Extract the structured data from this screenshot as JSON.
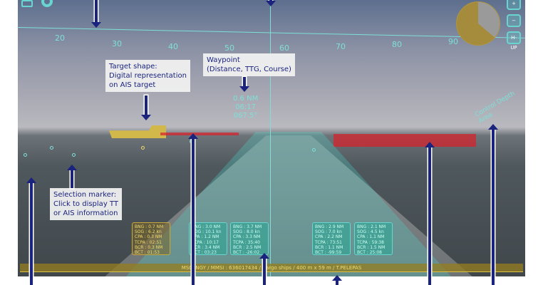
{
  "heading_scale": [
    "20",
    "30",
    "40",
    "50",
    "60",
    "70",
    "80",
    "90"
  ],
  "waypoint": {
    "distance": "0.6 NM",
    "ttg": "06:17",
    "course": "067.5°"
  },
  "control_depth_area": "Control Depth Area",
  "radar": {
    "mode_button": "H-UP"
  },
  "callouts": {
    "target_shape": [
      "Target shape:",
      "Digital representation",
      "on AIS target"
    ],
    "waypoint": [
      "Waypoint",
      "(Distance, TTG, Course)"
    ],
    "selection_marker": [
      "Selection marker:",
      "Click to display TT",
      "or AIS information"
    ]
  },
  "targets": [
    {
      "style": "selected",
      "lines": [
        "BNG : 0.7 NM",
        "SOG : 6.2 kn",
        "CPA : 0.3 NM",
        "TCPA : 02:51",
        "BCR : 0.3 NM",
        "BCT : 01:53"
      ]
    },
    {
      "style": "normal",
      "lines": [
        "BNG : 3.0 NM",
        "SOG : 10.1 kn",
        "CPA : 1.2 NM",
        "TCPA : 10:17",
        "BCR : 3.4 NM",
        "BCT : 03:23"
      ]
    },
    {
      "style": "normal",
      "lines": [
        "BNG : 3.7 NM",
        "SOG : 8.0 kn",
        "CPA : 3.3 NM",
        "TCPA : 35:40",
        "BCR : 2.5 NM",
        "BCT : -26:02"
      ]
    },
    {
      "style": "normal",
      "lines": [
        "BNG : 2.9 NM",
        "SOG : 7.0 kn",
        "CPA : 2.2 NM",
        "TCPA : 73:51",
        "BCR : 1.1 NM",
        "BCT : -99:59"
      ]
    },
    {
      "style": "normal",
      "lines": [
        "BNG : 2.1 NM",
        "SOG : 4.5 kn",
        "CPA : 1.1 NM",
        "TCPA : 59:38",
        "BCR : 1.5 NM",
        "BCT : 25:08"
      ]
    }
  ],
  "info_bar": "MSC INGY  /  MMSI : 636017434  /  Cargo ships  /  400 m x 59 m  /  T.PELEPAS",
  "colors": {
    "overlay": "#7de0d8",
    "selected": "#f1db6a",
    "callout_text": "#1a237e",
    "danger": "#dc1e28"
  }
}
